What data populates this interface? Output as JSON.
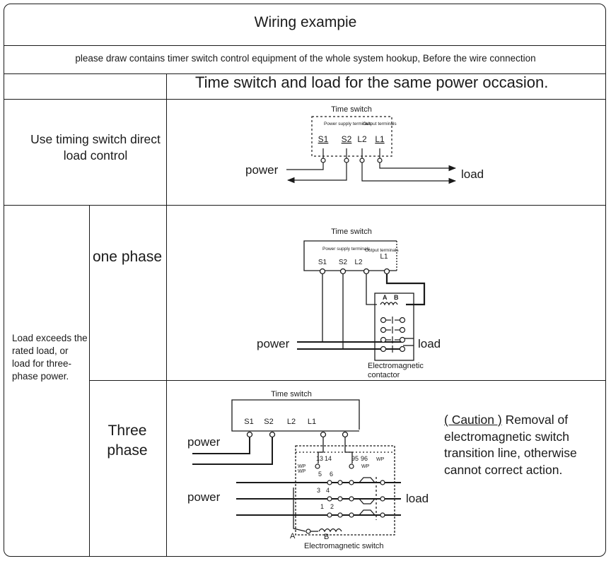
{
  "header": {
    "title": "Wiring exampie",
    "subtitle": "please draw contains timer switch control equipment of the whole system hookup, Before the wire connection",
    "section_title": "Time switch and load for the same power occasion."
  },
  "rows": {
    "direct": {
      "label": "Use timing switch direct  load control"
    },
    "exceeds": {
      "label": "Load exceeds the rated load, or load for three-phase power."
    },
    "one_phase": {
      "label": "one phase"
    },
    "three_phase": {
      "label": "Three phase"
    }
  },
  "diagram_direct": {
    "time_switch": "Time switch",
    "power_supply_terminals": "Power supply terminals",
    "output_terminals": "Output terminals",
    "s1": "S1",
    "s2": "S2",
    "l2": "L2",
    "l1": "L1",
    "power": "power",
    "load": "load"
  },
  "diagram_one_phase": {
    "time_switch": "Time switch",
    "power_supply_terminals": "Power supply terminals",
    "output_terminals": "Output terminals",
    "s1": "S1",
    "s2": "S2",
    "l2": "L2",
    "l1": "L1",
    "coil_a": "A",
    "coil_b": "B",
    "power": "power",
    "load": "load",
    "contactor": "Electromagnetic contactor"
  },
  "diagram_three_phase": {
    "time_switch": "Time switch",
    "s1": "S1",
    "s2": "S2",
    "l2": "L2",
    "l1": "L1",
    "power_top": "power",
    "power_bottom": "power",
    "load": "load",
    "terminal_a": "A",
    "coil_b": "B",
    "n13": "13",
    "n14": "14",
    "n95": "95",
    "n96": "96",
    "n5": "5",
    "n6": "6",
    "n3": "3",
    "n4": "4",
    "n1": "1",
    "n2": "2",
    "wp": "WP",
    "switch_label": "Electromagnetic switch"
  },
  "caution": {
    "head": "( Caution )",
    "text": "Removal of electromagnetic switch transition line, otherwise cannot correct action."
  }
}
